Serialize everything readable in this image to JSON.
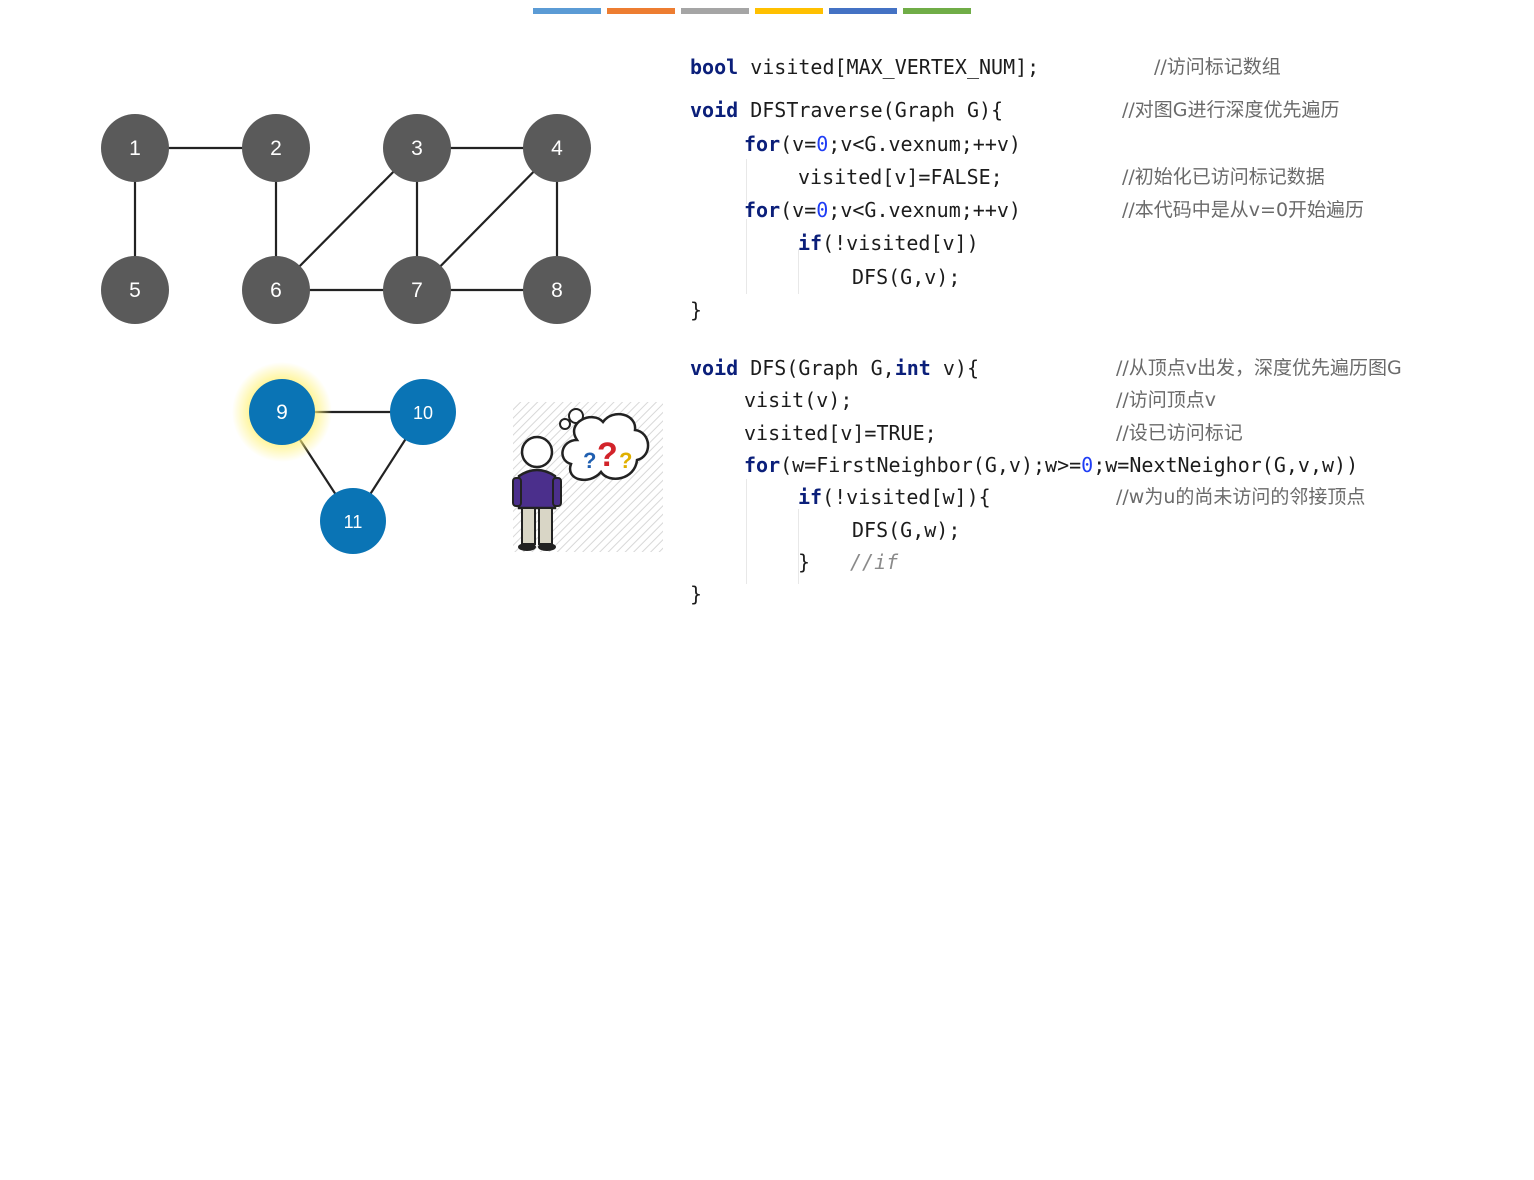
{
  "colors": {
    "gray_node": "#5a5a5a",
    "blue_node": "#0a74b5",
    "highlight_glow": "#fff27a",
    "edge": "#222222",
    "keyword": "#0b1f7a",
    "number": "#1f3df5",
    "comment": "#6a6a6a"
  },
  "top_bars": [
    "#5b9bd5",
    "#ed7d31",
    "#a5a5a5",
    "#ffc000",
    "#4472c4",
    "#70ad47"
  ],
  "graph": {
    "nodes": [
      {
        "id": "1",
        "label": "1",
        "color": "gray"
      },
      {
        "id": "2",
        "label": "2",
        "color": "gray"
      },
      {
        "id": "3",
        "label": "3",
        "color": "gray"
      },
      {
        "id": "4",
        "label": "4",
        "color": "gray"
      },
      {
        "id": "5",
        "label": "5",
        "color": "gray"
      },
      {
        "id": "6",
        "label": "6",
        "color": "gray"
      },
      {
        "id": "7",
        "label": "7",
        "color": "gray"
      },
      {
        "id": "8",
        "label": "8",
        "color": "gray"
      },
      {
        "id": "9",
        "label": "9",
        "color": "blue",
        "highlighted": true
      },
      {
        "id": "10",
        "label": "10",
        "color": "blue"
      },
      {
        "id": "11",
        "label": "11",
        "color": "blue"
      }
    ],
    "edges": [
      [
        "1",
        "2"
      ],
      [
        "1",
        "5"
      ],
      [
        "2",
        "6"
      ],
      [
        "3",
        "4"
      ],
      [
        "3",
        "6"
      ],
      [
        "3",
        "7"
      ],
      [
        "4",
        "7"
      ],
      [
        "4",
        "8"
      ],
      [
        "6",
        "7"
      ],
      [
        "7",
        "8"
      ],
      [
        "9",
        "10"
      ],
      [
        "9",
        "11"
      ],
      [
        "10",
        "11"
      ]
    ]
  },
  "illustration": {
    "icon": "confused-person-icon",
    "symbols": "???"
  },
  "code": {
    "line1": {
      "kw": "bool",
      "rest": " visited[MAX_VERTEX_NUM];",
      "comment": "//访问标记数组"
    },
    "line2": {
      "kw": "void",
      "rest": " DFSTraverse(Graph G){",
      "comment": "//对图G进行深度优先遍历"
    },
    "line3": {
      "kw": "for",
      "a": "(v=",
      "num": "0",
      "b": ";v<G.vexnum;++v)"
    },
    "line4": {
      "text": "visited[v]=FALSE;",
      "comment": "//初始化已访问标记数据"
    },
    "line5": {
      "kw": "for",
      "a": "(v=",
      "num": "0",
      "b": ";v<G.vexnum;++v)",
      "comment": "//本代码中是从v=0开始遍历"
    },
    "line6": {
      "kw": "if",
      "rest": "(!visited[v])"
    },
    "line7": {
      "text": "DFS(G,v);"
    },
    "line8": {
      "text": "}"
    },
    "line9": {
      "kw": "void",
      "a": " DFS(Graph G,",
      "kw2": "int",
      "b": " v){",
      "comment": "//从顶点v出发，深度优先遍历图G"
    },
    "line10": {
      "text": "visit(v);",
      "comment": "//访问顶点v"
    },
    "line11": {
      "text": "visited[v]=TRUE;",
      "comment": "//设已访问标记"
    },
    "line12": {
      "kw": "for",
      "a": "(w=FirstNeighbor(G,v);w>=",
      "num": "0",
      "b": ";w=NextNeighor(G,v,w))"
    },
    "line13": {
      "kw": "if",
      "rest": "(!visited[w]){",
      "comment": "//w为u的尚未访问的邻接顶点"
    },
    "line14": {
      "text": "DFS(G,w);"
    },
    "line15": {
      "text": "}",
      "comment": "//if"
    },
    "line16": {
      "text": "}"
    }
  }
}
